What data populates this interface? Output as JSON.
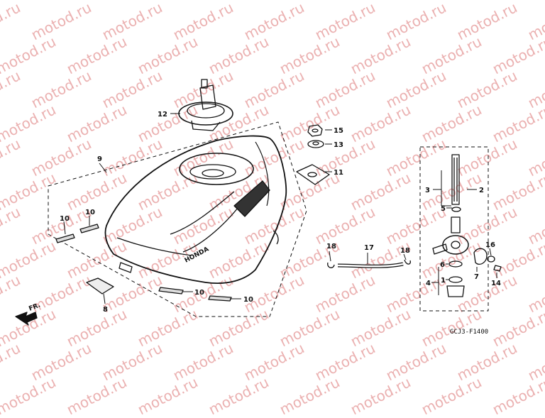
{
  "watermark": "motod.ru",
  "diagram_code": "GCJ3-F1400",
  "front_label": "FR.",
  "brand_mark": "HONDA",
  "callouts": {
    "c1": "1",
    "c2": "2",
    "c3": "3",
    "c4": "4",
    "c5": "5",
    "c6": "6",
    "c7": "7",
    "c8": "8",
    "c9": "9",
    "c10a": "10",
    "c10b": "10",
    "c10c": "10",
    "c10d": "10",
    "c11": "11",
    "c12": "12",
    "c13": "13",
    "c14": "14",
    "c15": "15",
    "c16": "16",
    "c17": "17",
    "c18a": "18",
    "c18b": "18"
  }
}
